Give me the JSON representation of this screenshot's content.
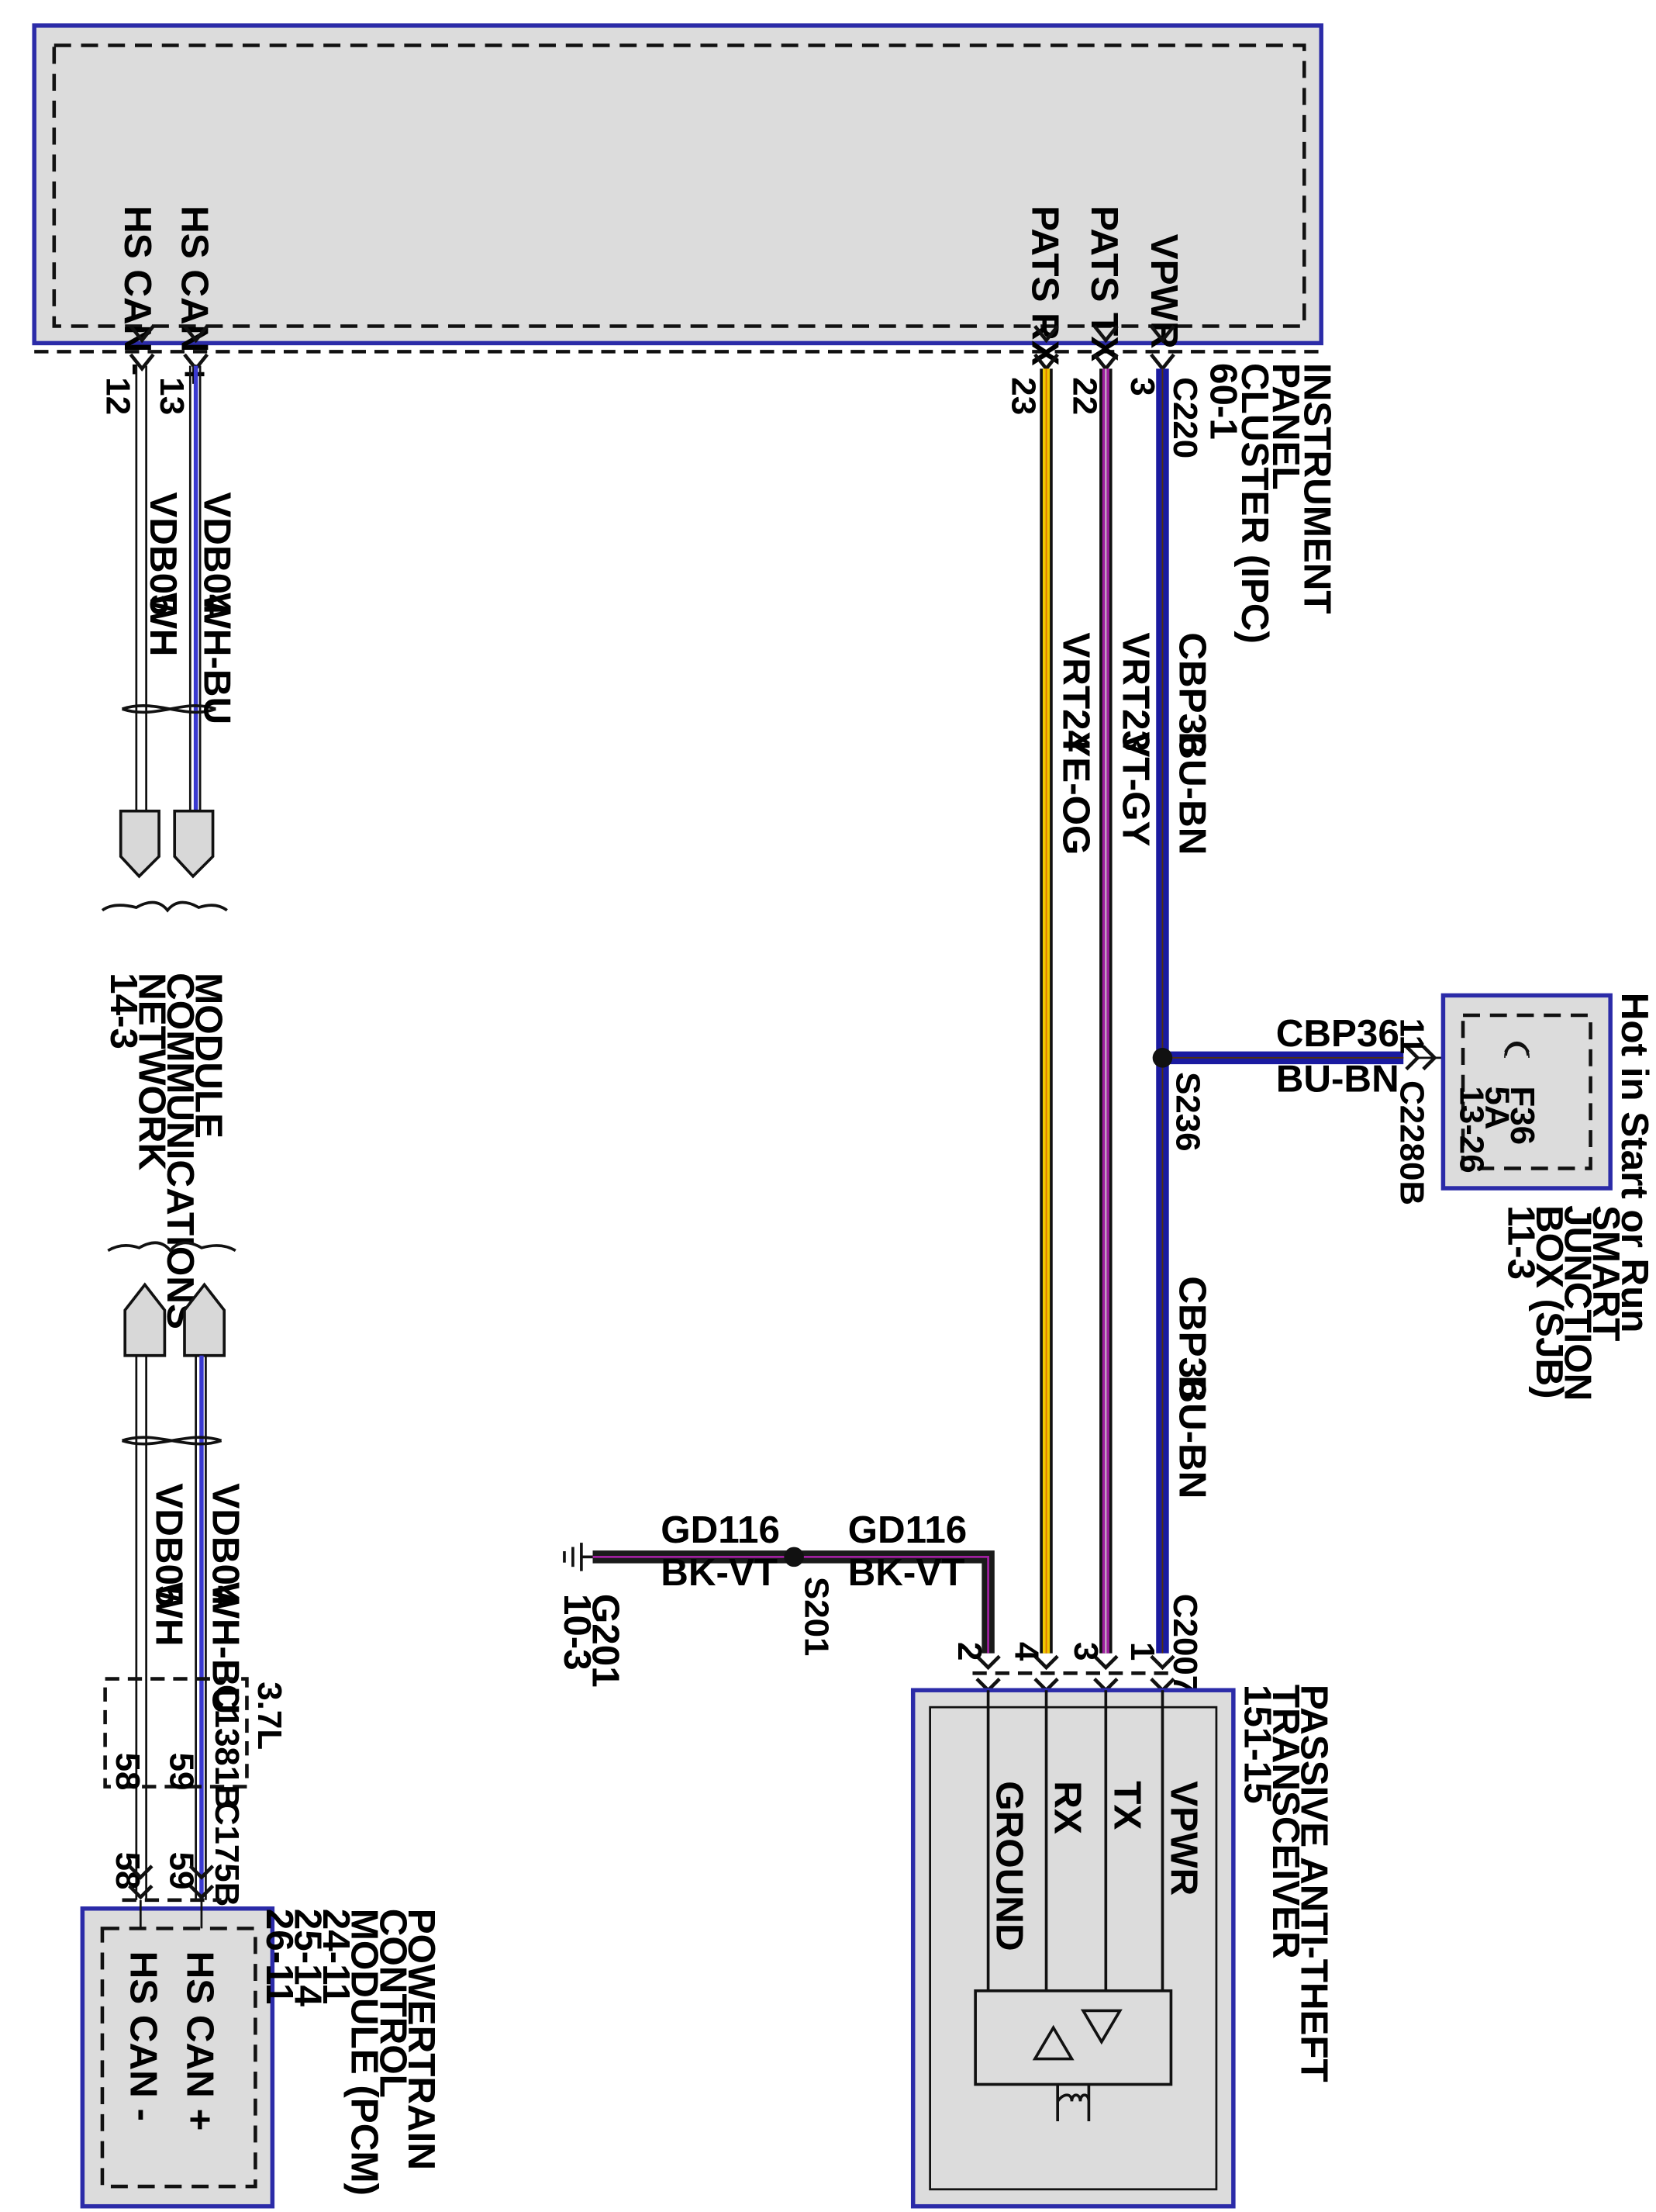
{
  "ipc": {
    "name_lines": [
      "INSTRUMENT",
      "PANEL",
      "CLUSTER (IPC)",
      "60-1"
    ],
    "connector": "C220",
    "pins": [
      "HS CAN -",
      "HS CAN +",
      "PATS RX",
      "PATS TX",
      "VPWR"
    ],
    "pin_numbers": [
      "12",
      "13",
      "23",
      "22",
      "3"
    ]
  },
  "wires": {
    "vdb04": {
      "circuit": "VDB04",
      "color": "WH-BU"
    },
    "vdb05": {
      "circuit": "VDB05",
      "color": "WH"
    },
    "vrt24": {
      "circuit": "VRT24",
      "color": "YE-OG"
    },
    "vrt23": {
      "circuit": "VRT23",
      "color": "VT-GY"
    },
    "cbp36_a": {
      "circuit": "CBP36",
      "color": "BU-BN"
    },
    "cbp36_b": {
      "circuit": "CBP36",
      "color": "BU-BN"
    },
    "cbp36_c": {
      "circuit": "CBP36",
      "color": "BU-BN"
    },
    "vdb04_b": {
      "circuit": "VDB04",
      "color": "WH-BU"
    },
    "vdb05_b": {
      "circuit": "VDB05",
      "color": "WH"
    },
    "gd116_a": {
      "circuit": "GD116",
      "color": "BK-VT"
    },
    "gd116_b": {
      "circuit": "GD116",
      "color": "BK-VT"
    }
  },
  "splices": {
    "s236": "S236",
    "s201": "S201"
  },
  "mcn": {
    "name_lines": [
      "MODULE",
      "COMMUNICATIONS",
      "NETWORK",
      "14-3"
    ]
  },
  "sjb": {
    "header": "Hot in Start or Run",
    "fuse_lines": [
      "F36",
      "5A",
      "13-26"
    ],
    "pin": "11",
    "connector": "C2280B",
    "name_lines": [
      "SMART",
      "JUNCTION",
      "BOX (SJB)",
      "11-3"
    ]
  },
  "ground": {
    "name_lines": [
      "G201",
      "10-3"
    ]
  },
  "pats": {
    "connector": "C2007",
    "pin_numbers": [
      "1",
      "3",
      "4",
      "2"
    ],
    "pins": [
      "VPWR",
      "TX",
      "RX",
      "GROUND"
    ],
    "name_lines": [
      "PASSIVE ANTI-THEFT",
      "TRANSCEIVER",
      "151-15"
    ]
  },
  "inline": {
    "variant": "3.7L",
    "c1381b": "C1381B",
    "c1381b_pins": [
      "59",
      "58"
    ],
    "c175b": "C175B",
    "c175b_pins": [
      "59",
      "58"
    ]
  },
  "pcm": {
    "name_lines": [
      "POWERTRAIN",
      "CONTROL",
      "MODULE (PCM)",
      "24-11",
      "25-14",
      "26-11"
    ],
    "pins": [
      "HS CAN +",
      "HS CAN -"
    ]
  },
  "colors": {
    "box_border": "#2b2ba8",
    "box_fill": "#dcdcdc",
    "bu_bn": "#1a1aa0",
    "vt_gy": "#a020a0",
    "ye_og": "#f0c800",
    "wh_bu": "#3a3ad0",
    "bk_vt": "#1a1a1a"
  }
}
